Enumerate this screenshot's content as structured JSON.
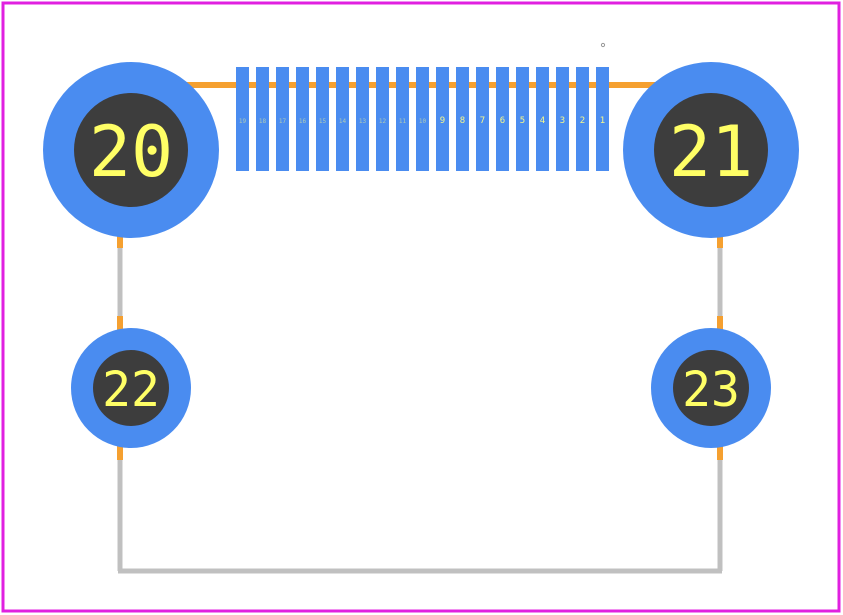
{
  "colors": {
    "board_outline": "#e020e0",
    "silkscreen_gray": "#c0c0c0",
    "silkscreen_orange": "#f5a030",
    "copper_pad": "#4a8cf0",
    "drill_hole": "#3d3d3d",
    "pad_label": "#ffff66",
    "background": "#ffffff"
  },
  "footprint": {
    "pins": [
      "19",
      "18",
      "17",
      "16",
      "15",
      "14",
      "13",
      "12",
      "11",
      "10",
      "9",
      "8",
      "7",
      "6",
      "5",
      "4",
      "3",
      "2",
      "1"
    ],
    "mounting_pads": [
      {
        "id": "20",
        "size": "large"
      },
      {
        "id": "21",
        "size": "large"
      },
      {
        "id": "22",
        "size": "small"
      },
      {
        "id": "23",
        "size": "small"
      }
    ]
  }
}
